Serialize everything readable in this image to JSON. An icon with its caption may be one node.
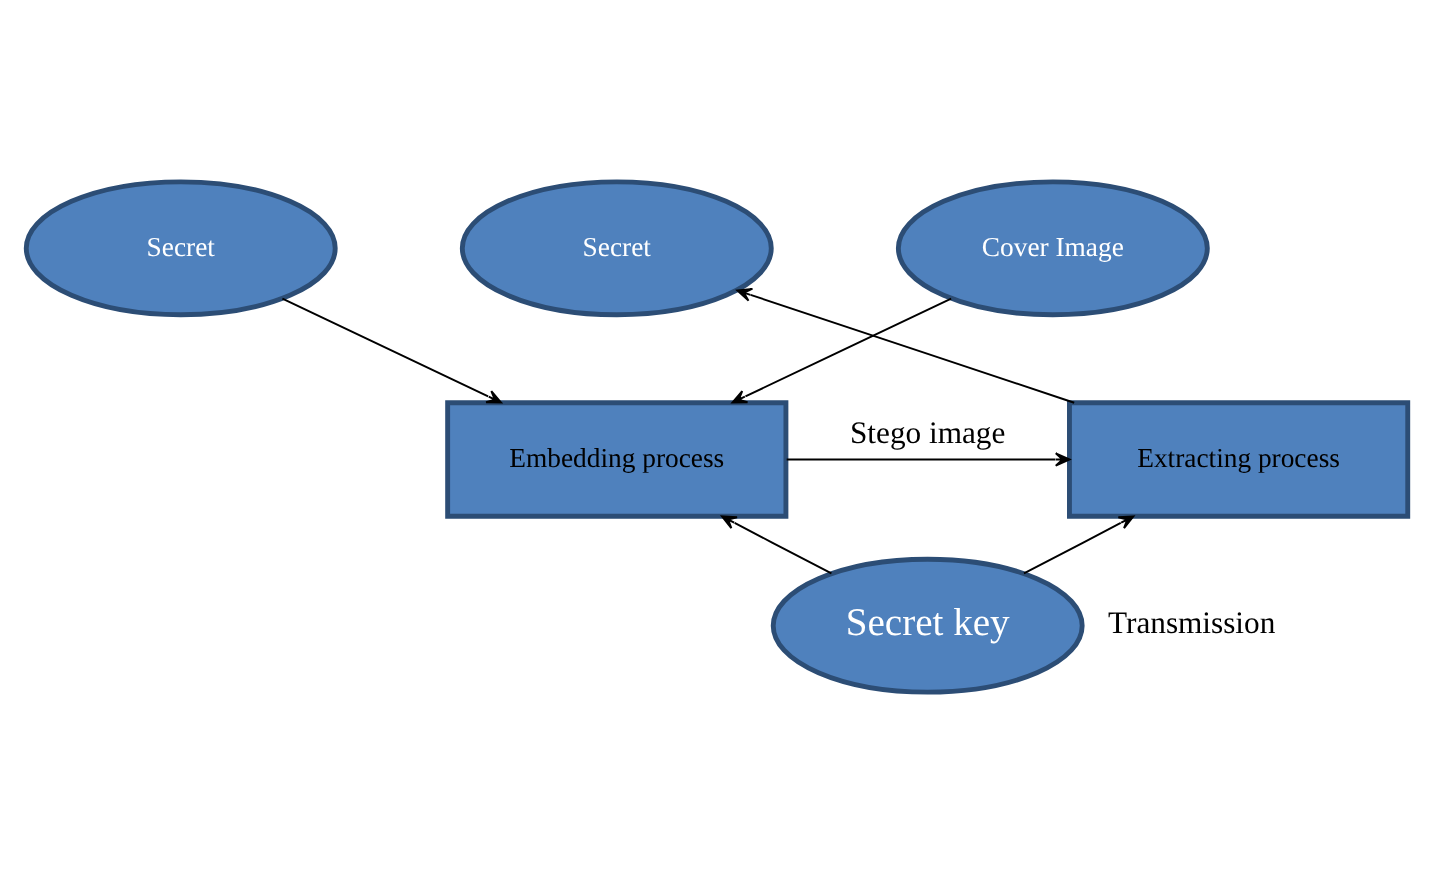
{
  "diagram": {
    "nodes": [
      {
        "text": [
          "Secret"
        ]
      },
      {
        "text": [
          "Cover Image"
        ]
      },
      {
        "text": [
          "Secret"
        ]
      },
      {
        "text": [
          "Embedding process"
        ]
      },
      {
        "text": [
          "Extracting process"
        ]
      },
      {
        "text": [
          "Secret key"
        ]
      }
    ],
    "edges": [
      {
        "from": 0,
        "to": 3,
        "arrow": "to"
      },
      {
        "from": 1,
        "to": 3,
        "arrow": "to"
      },
      {
        "from": 3,
        "to": 4,
        "arrow": "to",
        "label": "Stego image"
      },
      {
        "from": 4,
        "to": 2,
        "arrow": "to"
      },
      {
        "from": 5,
        "to": 3,
        "arrow": "to"
      },
      {
        "from": 5,
        "to": 4,
        "arrow": "to"
      }
    ],
    "labels": [
      "Transmission"
    ]
  }
}
